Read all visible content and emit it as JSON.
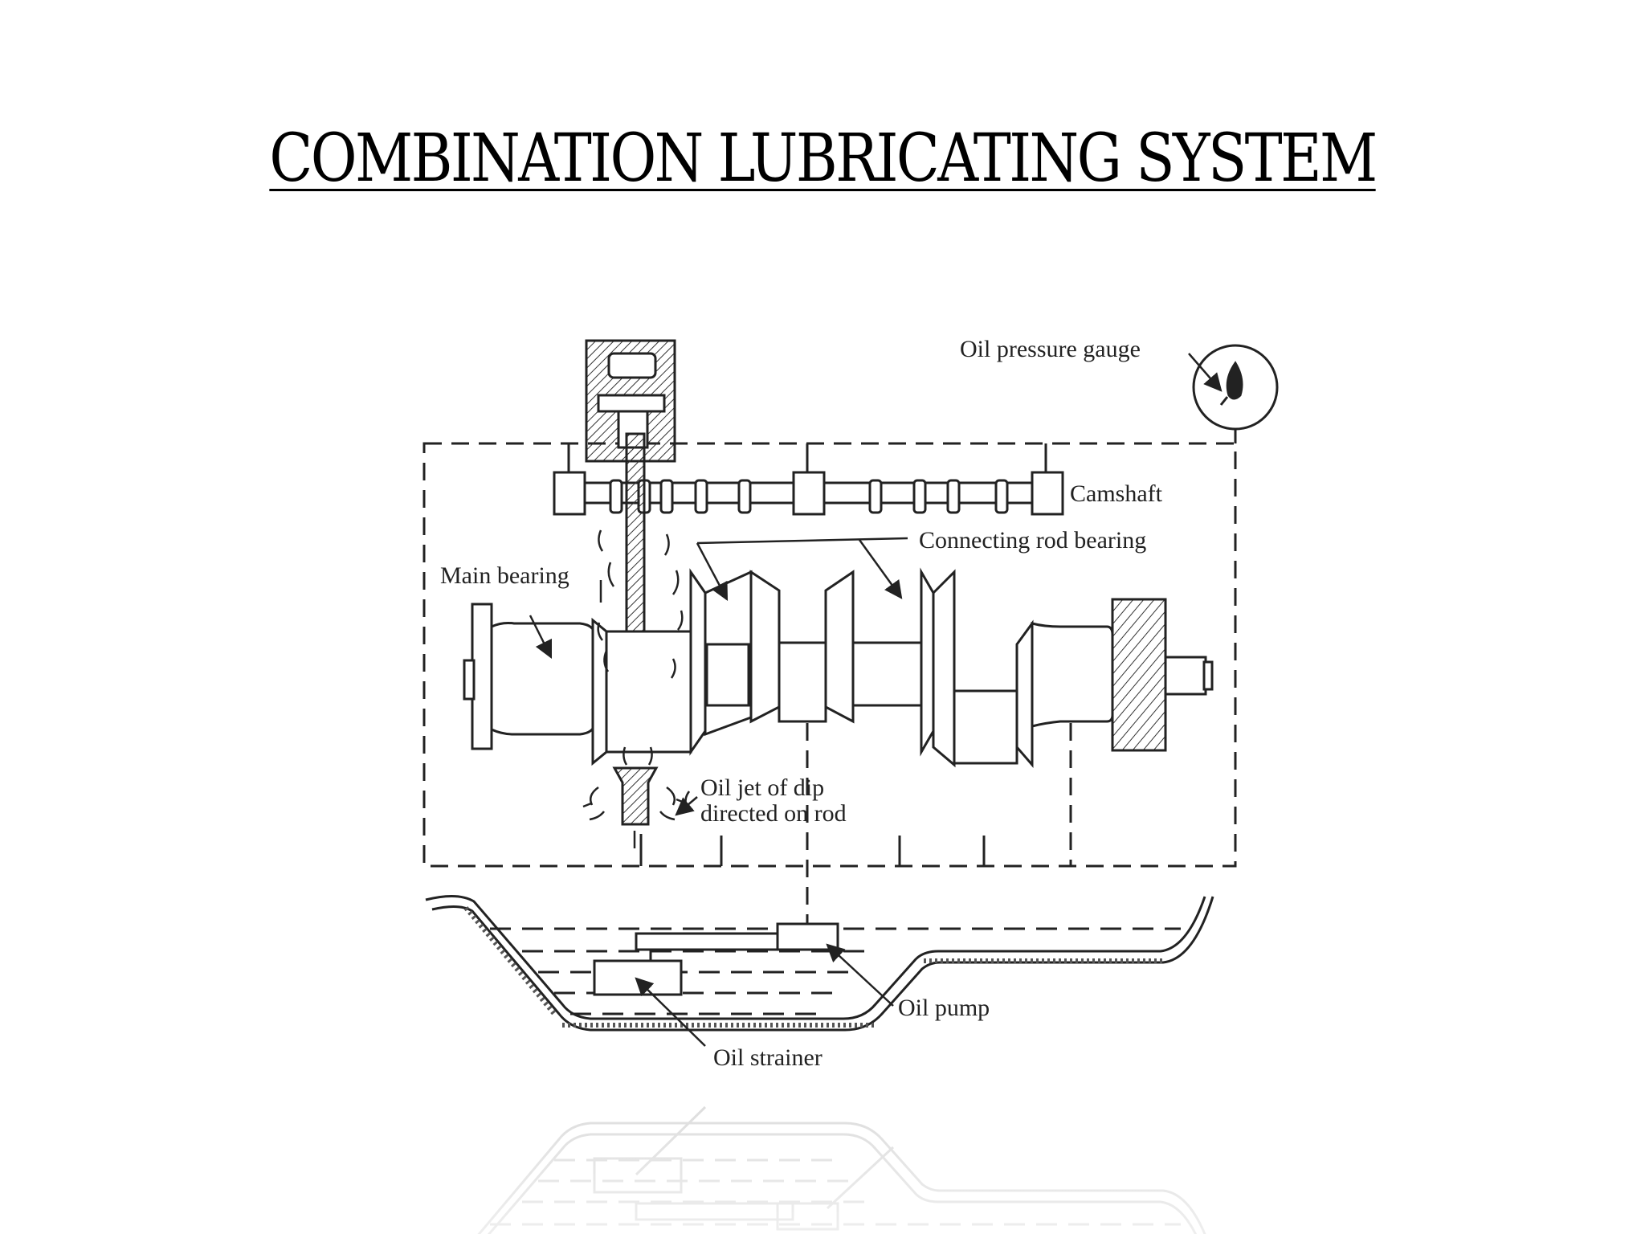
{
  "title": "COMBINATION LUBRICATING  SYSTEM",
  "labels": {
    "oil_pressure_gauge": "Oil pressure gauge",
    "camshaft": "Camshaft",
    "connecting_rod_bearing": "Connecting rod bearing",
    "main_bearing": "Main bearing",
    "oil_jet_line1": "Oil jet of dip",
    "oil_jet_line2": "directed on rod",
    "oil_pump": "Oil pump",
    "oil_strainer": "Oil strainer"
  }
}
